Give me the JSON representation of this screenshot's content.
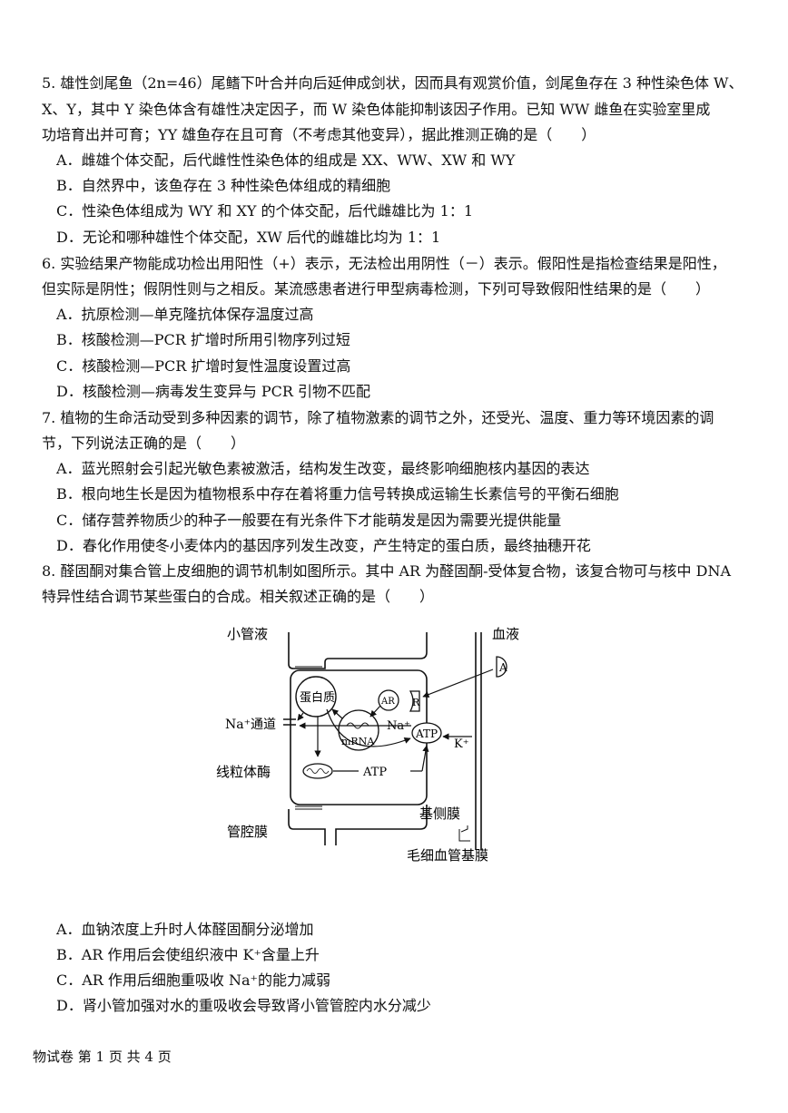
{
  "q5": {
    "stem": [
      "5. 雄性剑尾鱼（2n=46）尾鳍下叶合并向后延伸成剑状，因而具有观赏价值，剑尾鱼存在 3 种性染色体 W、",
      "X、Y，其中 Y 染色体含有雄性决定因子，而 W 染色体能抑制该因子作用。已知 WW 雌鱼在实验室里成",
      "功培育出并可育；YY 雄鱼存在且可育（不考虑其他变异），据此推测正确的是（　　）"
    ],
    "options": [
      "A．雌雄个体交配，后代雌性性染色体的组成是 XX、WW、XW 和 WY",
      "B．自然界中，该鱼存在 3 种性染色体组成的精细胞",
      "C．性染色体组成为 WY 和 XY 的个体交配，后代雌雄比为 1：1",
      "D．无论和哪种雄性个体交配，XW 后代的雌雄比均为 1：1"
    ]
  },
  "q6": {
    "stem": [
      "6. 实验结果产物能成功检出用阳性（+）表示，无法检出用阴性（－）表示。假阳性是指检查结果是阳性，",
      "但实际是阴性；假阴性则与之相反。某流感患者进行甲型病毒检测，下列可导致假阳性结果的是（　　）"
    ],
    "options": [
      "A．抗原检测—单克隆抗体保存温度过高",
      "B．核酸检测—PCR 扩增时所用引物序列过短",
      "C．核酸检测—PCR 扩增时复性温度设置过高",
      "D．核酸检测—病毒发生变异与 PCR 引物不匹配"
    ]
  },
  "q7": {
    "stem": [
      "7. 植物的生命活动受到多种因素的调节，除了植物激素的调节之外，还受光、温度、重力等环境因素的调",
      "节，下列说法正确的是（　　）"
    ],
    "options": [
      "A．蓝光照射会引起光敏色素被激活，结构发生改变，最终影响细胞核内基因的表达",
      "B．根向地生长是因为植物根系中存在着将重力信号转换成运输生长素信号的平衡石细胞",
      "C．储存营养物质少的种子一般要在有光条件下才能萌发是因为需要光提供能量",
      "D．春化作用使冬小麦体内的基因序列发生改变，产生特定的蛋白质，最终抽穗开花"
    ]
  },
  "q8": {
    "stem": [
      "8. 醛固酮对集合管上皮细胞的调节机制如图所示。其中 AR 为醛固酮-受体复合物，该复合物可与核中 DNA",
      "特异性结合调节某些蛋白的合成。相关叙述正确的是（　　）"
    ],
    "options": [
      "A．血钠浓度上升时人体醛固酮分泌增加",
      "B．AR 作用后会使组织液中 K⁺含量上升",
      "C．AR 作用后细胞重吸收 Na⁺的能力减弱",
      "D．肾小管加强对水的重吸收会导致肾小管管腔内水分减少"
    ]
  },
  "diagram": {
    "tubule_fluid": "小管液",
    "blood": "血液",
    "label_a": "A",
    "label_r": "R",
    "label_ar": "AR",
    "protein": "蛋白质",
    "mrna": "mRNA",
    "na": "Na⁺",
    "atp": "ATP",
    "k": "K⁺",
    "na_channel": "Na⁺通道",
    "mito_enzyme": "线粒体酶",
    "atp2": "ATP",
    "basolateral": "基侧膜",
    "luminal": "管腔膜",
    "capillary": "毛细血管基膜"
  },
  "footer": "物试卷 第 1 页 共 4 页"
}
